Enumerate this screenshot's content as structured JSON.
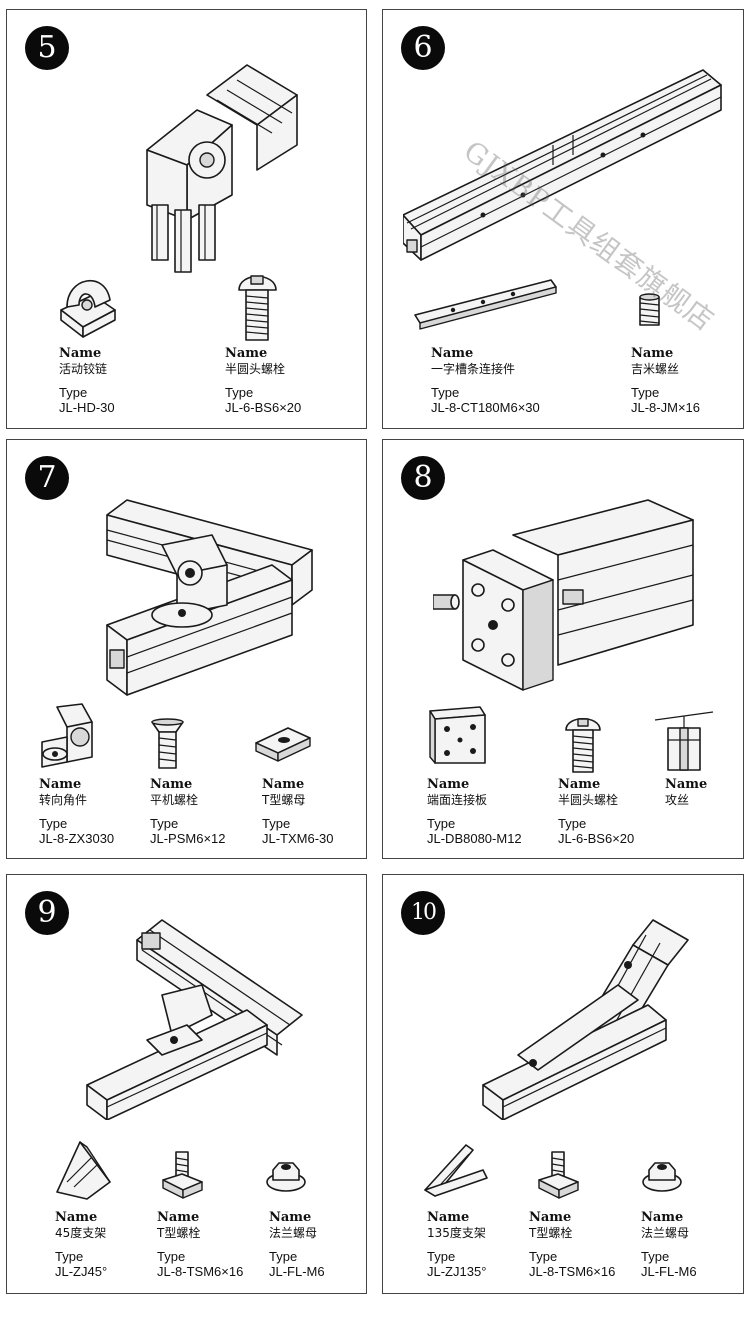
{
  "watermark": "GJXBP工具组套旗舰店",
  "labels": {
    "name": "Name",
    "type": "Type"
  },
  "panels": [
    {
      "number": "5",
      "items": [
        {
          "cn": "活动铰链",
          "code": "JL-HD-30"
        },
        {
          "cn": "半圆头螺栓",
          "code": "JL-6-BS6×20"
        }
      ]
    },
    {
      "number": "6",
      "items": [
        {
          "cn": "一字槽条连接件",
          "code": "JL-8-CT180M6×30"
        },
        {
          "cn": "吉米螺丝",
          "code": "JL-8-JM×16"
        }
      ]
    },
    {
      "number": "7",
      "items": [
        {
          "cn": "转向角件",
          "code": "JL-8-ZX3030"
        },
        {
          "cn": "平机螺栓",
          "code": "JL-PSM6×12"
        },
        {
          "cn": "T型螺母",
          "code": "JL-TXM6-30"
        }
      ]
    },
    {
      "number": "8",
      "items": [
        {
          "cn": "端面连接板",
          "code": "JL-DB8080-M12"
        },
        {
          "cn": "半圆头螺栓",
          "code": "JL-6-BS6×20"
        },
        {
          "cn": "攻丝",
          "code": ""
        }
      ]
    },
    {
      "number": "9",
      "items": [
        {
          "cn": "45度支架",
          "code": "JL-ZJ45°"
        },
        {
          "cn": "T型螺栓",
          "code": "JL-8-TSM6×16"
        },
        {
          "cn": "法兰螺母",
          "code": "JL-FL-M6"
        }
      ]
    },
    {
      "number": "10",
      "items": [
        {
          "cn": "135度支架",
          "code": "JL-ZJ135°"
        },
        {
          "cn": "T型螺栓",
          "code": "JL-8-TSM6×16"
        },
        {
          "cn": "法兰螺母",
          "code": "JL-FL-M6"
        }
      ]
    }
  ]
}
